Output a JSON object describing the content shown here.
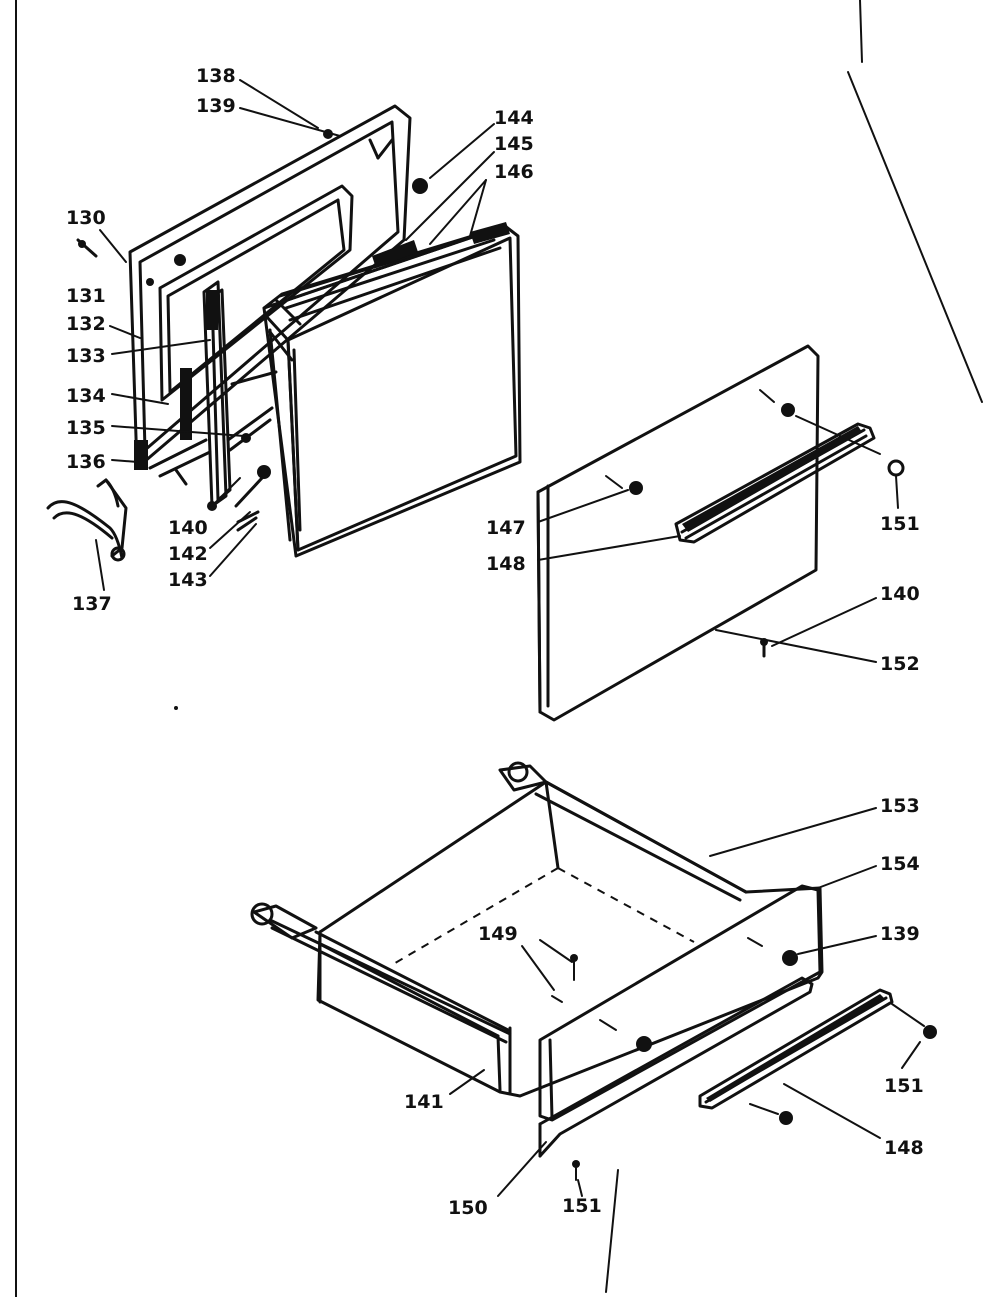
{
  "labels": {
    "l138": "138",
    "l139a": "139",
    "l144": "144",
    "l145": "145",
    "l146": "146",
    "l130": "130",
    "l131": "131",
    "l132": "132",
    "l133": "133",
    "l134": "134",
    "l135": "135",
    "l136": "136",
    "l140a": "140",
    "l142": "142",
    "l143": "143",
    "l137": "137",
    "l147": "147",
    "l148a": "148",
    "l151a": "151",
    "l140b": "140",
    "l152": "152",
    "l153": "153",
    "l154": "154",
    "l139b": "139",
    "l149": "149",
    "l141": "141",
    "l151b": "151",
    "l148b": "148",
    "l150": "150",
    "l151c": "151"
  }
}
